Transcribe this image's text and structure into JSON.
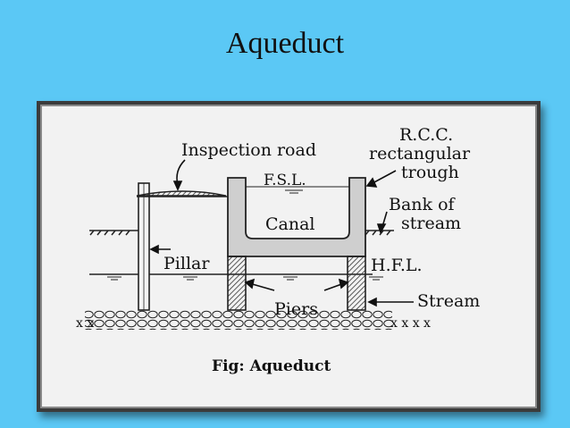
{
  "slide": {
    "title": "Aqueduct"
  },
  "figure": {
    "labels": {
      "inspection_road": "Inspection road",
      "rcc_line1": "R.C.C.",
      "rcc_line2": "rectangular",
      "rcc_line3": "trough",
      "fsl": "F.S.L.",
      "canal": "Canal",
      "bank_line1": "Bank of",
      "bank_line2": "stream",
      "pillar": "Pillar",
      "hfl": "H.F.L.",
      "piers": "Piers",
      "stream": "Stream",
      "ground_left": "x x",
      "ground_right": "x x x x"
    },
    "caption": "Fig: Aqueduct"
  }
}
